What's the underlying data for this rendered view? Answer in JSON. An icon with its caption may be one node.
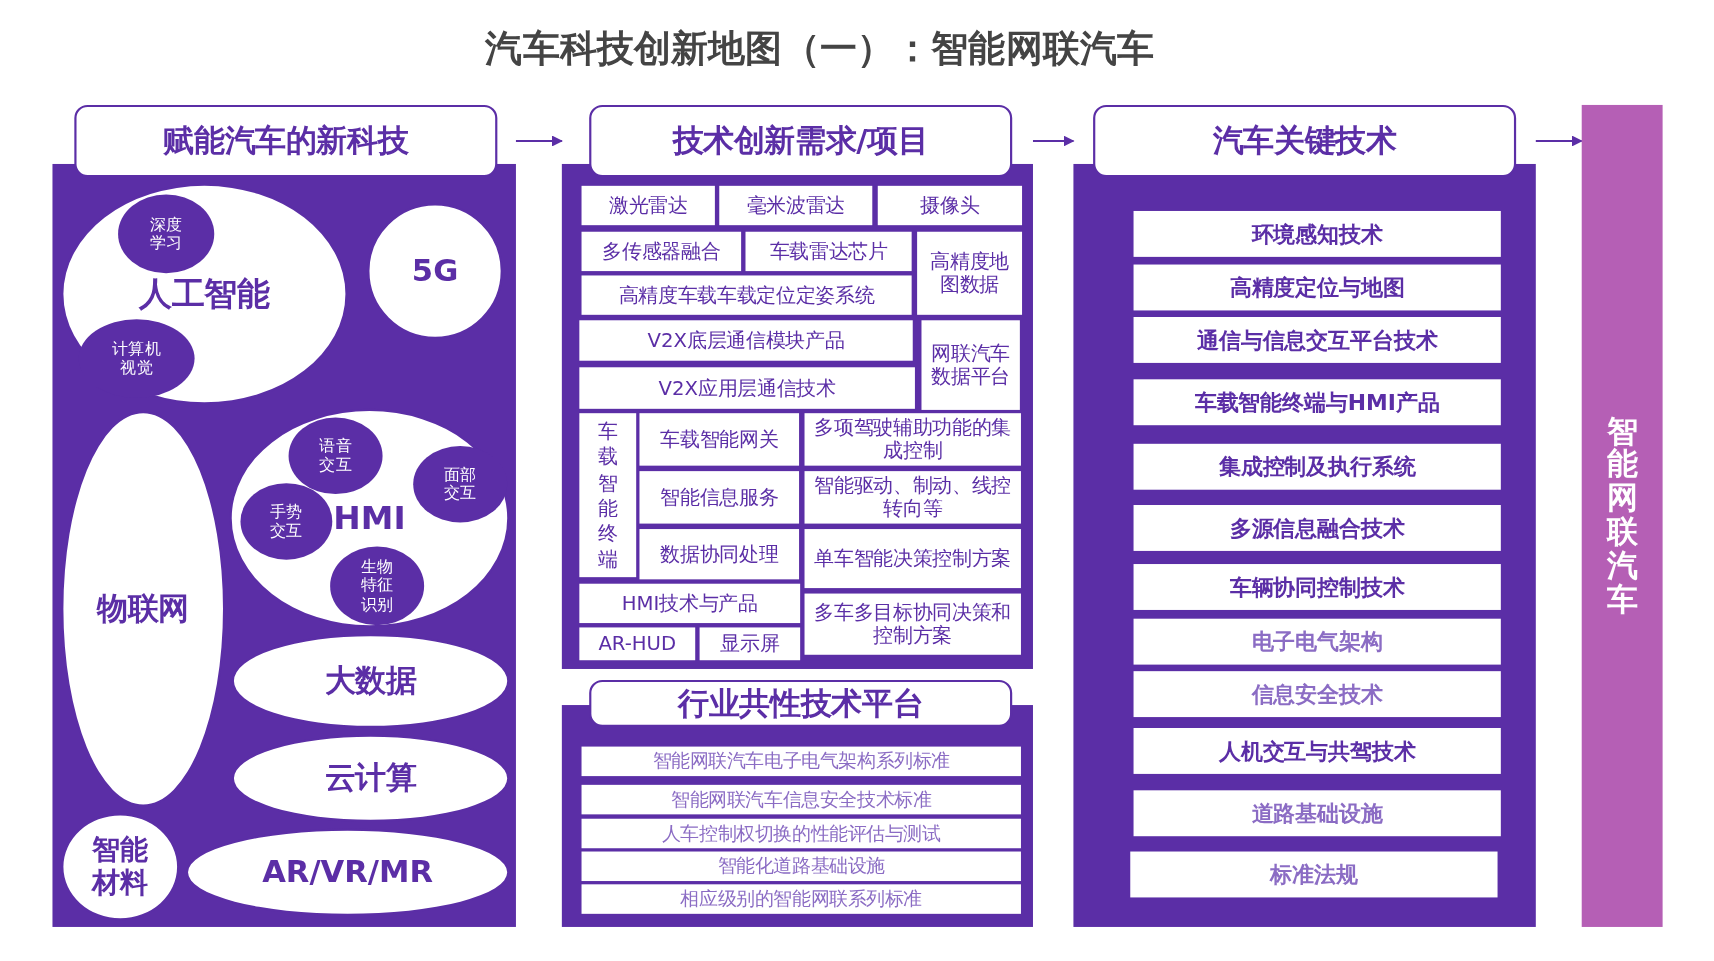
{
  "diagram": {
    "title": "汽车科技创新地图（一）：智能网联汽车",
    "nodes": [
      {
        "text": [
          "赋能汽车的新科技"
        ]
      },
      {
        "text": [
          "人工智能"
        ],
        "in": 0
      },
      {
        "text": [
          "深度学习"
        ],
        "in": 1
      },
      {
        "text": [
          "计算机视觉"
        ],
        "in": 1
      },
      {
        "text": [
          "5G"
        ],
        "in": 0
      },
      {
        "text": [
          "HMI"
        ],
        "in": 0
      },
      {
        "text": [
          "语音交互"
        ],
        "in": 5
      },
      {
        "text": [
          "面部交互"
        ],
        "in": 5
      },
      {
        "text": [
          "手势交互"
        ],
        "in": 5
      },
      {
        "text": [
          "生物特征识别"
        ],
        "in": 5
      },
      {
        "text": [
          "物联网"
        ],
        "in": 0
      },
      {
        "text": [
          "大数据"
        ],
        "in": 0
      },
      {
        "text": [
          "云计算"
        ],
        "in": 0
      },
      {
        "text": [
          "智能材料"
        ],
        "in": 0
      },
      {
        "text": [
          "AR/VR/MR"
        ],
        "in": 0
      },
      {
        "text": [
          "技术创新需求/项目"
        ]
      },
      {
        "text": [
          "激光雷达"
        ],
        "in": 15
      },
      {
        "text": [
          "毫米波雷达"
        ],
        "in": 15
      },
      {
        "text": [
          "摄像头"
        ],
        "in": 15
      },
      {
        "text": [
          "多传感器融合"
        ],
        "in": 15
      },
      {
        "text": [
          "车载雷达芯片"
        ],
        "in": 15
      },
      {
        "text": [
          "高精度地图数据"
        ],
        "in": 15
      },
      {
        "text": [
          "高精度车载车载定位定姿系统"
        ],
        "in": 15
      },
      {
        "text": [
          "V2X底层通信模块产品"
        ],
        "in": 15
      },
      {
        "text": [
          "网联汽车数据平台"
        ],
        "in": 15
      },
      {
        "text": [
          "V2X应用层通信技术"
        ],
        "in": 15
      },
      {
        "text": [
          "车载智能终端"
        ],
        "in": 15
      },
      {
        "text": [
          "车载智能网关"
        ],
        "in": 15
      },
      {
        "text": [
          "多项驾驶辅助功能的集成控制"
        ],
        "in": 15
      },
      {
        "text": [
          "智能信息服务"
        ],
        "in": 15
      },
      {
        "text": [
          "智能驱动、制动、线控转向等"
        ],
        "in": 15
      },
      {
        "text": [
          "数据协同处理"
        ],
        "in": 15
      },
      {
        "text": [
          "单车智能决策控制方案"
        ],
        "in": 15
      },
      {
        "text": [
          "HMI技术与产品"
        ],
        "in": 15
      },
      {
        "text": [
          "多车多目标协同决策和控制方案"
        ],
        "in": 15
      },
      {
        "text": [
          "AR-HUD"
        ],
        "in": 15
      },
      {
        "text": [
          "显示屏"
        ],
        "in": 15
      },
      {
        "text": [
          "行业共性技术平台"
        ]
      },
      {
        "text": [
          "智能网联汽车电子电气架构系列标准"
        ],
        "in": 37
      },
      {
        "text": [
          "智能网联汽车信息安全技术标准"
        ],
        "in": 37
      },
      {
        "text": [
          "人车控制权切换的性能评估与测试"
        ],
        "in": 37
      },
      {
        "text": [
          "智能化道路基础设施"
        ],
        "in": 37
      },
      {
        "text": [
          "相应级别的智能网联系列标准"
        ],
        "in": 37
      },
      {
        "text": [
          "汽车关键技术"
        ]
      },
      {
        "text": [
          "环境感知技术"
        ],
        "in": 43
      },
      {
        "text": [
          "高精度定位与地图"
        ],
        "in": 43
      },
      {
        "text": [
          "通信与信息交互平台技术"
        ],
        "in": 43
      },
      {
        "text": [
          "车载智能终端与HMI产品"
        ],
        "in": 43
      },
      {
        "text": [
          "集成控制及执行系统"
        ],
        "in": 43
      },
      {
        "text": [
          "多源信息融合技术"
        ],
        "in": 43
      },
      {
        "text": [
          "车辆协同控制技术"
        ],
        "in": 43
      },
      {
        "text": [
          "电子电气架构"
        ],
        "in": 43
      },
      {
        "text": [
          "信息安全技术"
        ],
        "in": 43
      },
      {
        "text": [
          "人机交互与共驾技术"
        ],
        "in": 43
      },
      {
        "text": [
          "道路基础设施"
        ],
        "in": 43
      },
      {
        "text": [
          "标准法规"
        ],
        "in": 43
      },
      {
        "text": [
          "智能网联汽车"
        ]
      }
    ],
    "edges": [
      {
        "from": 0,
        "to": 15,
        "arrow": "to"
      },
      {
        "from": 15,
        "to": 43,
        "arrow": "to"
      },
      {
        "from": 43,
        "to": 56,
        "arrow": "to"
      }
    ]
  }
}
